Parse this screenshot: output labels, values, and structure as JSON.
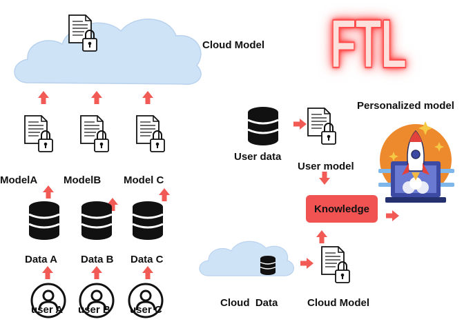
{
  "title": "FTL",
  "left": {
    "cloud_label": "Cloud Model",
    "models": [
      "ModelA",
      "ModelB",
      "Model C"
    ],
    "data": [
      "Data A",
      "Data B",
      "Data C"
    ],
    "users": [
      "user A",
      "user B",
      "user C"
    ]
  },
  "right": {
    "personalized_label": "Personalized model",
    "user_data_label": "User data",
    "user_model_label": "User model",
    "knowledge_label": "Knowledge",
    "cloud_data_label": "Cloud  Data",
    "cloud_model_label": "Cloud Model"
  },
  "colors": {
    "arrow": "#f15a55",
    "cloud": "#cfe3f7",
    "knowledge": "#f05352",
    "neon": "#ff4b4b",
    "rocket_bg": "#ee8a2e",
    "laptop": "#3c4aa3"
  },
  "icons": [
    "document-lock-icon",
    "database-icon",
    "user-icon",
    "cloud-icon",
    "rocket-laptop-icon"
  ]
}
